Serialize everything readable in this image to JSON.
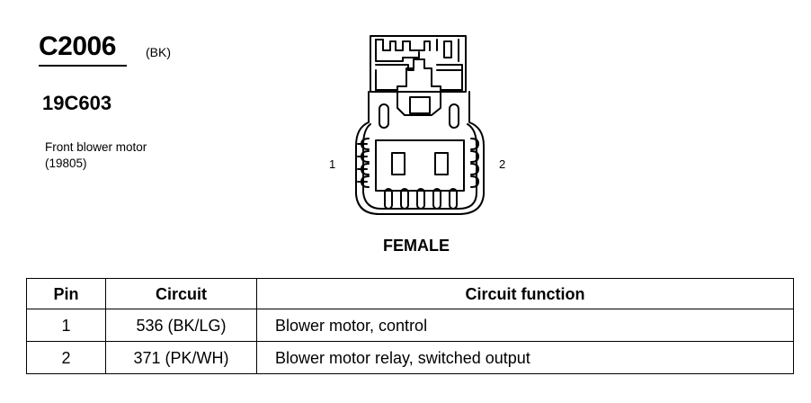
{
  "connector": {
    "id": "C2006",
    "color": "(BK)",
    "part_number": "19C603",
    "description_line1": "Front blower motor",
    "description_line2": "(19805)"
  },
  "diagram": {
    "pin_label_left": "1",
    "pin_label_right": "2",
    "gender": "FEMALE"
  },
  "table": {
    "headers": [
      "Pin",
      "Circuit",
      "Circuit function"
    ],
    "rows": [
      {
        "pin": "1",
        "circuit": "536 (BK/LG)",
        "function": "Blower motor, control"
      },
      {
        "pin": "2",
        "circuit": "371 (PK/WH)",
        "function": "Blower motor relay, switched output"
      }
    ]
  }
}
